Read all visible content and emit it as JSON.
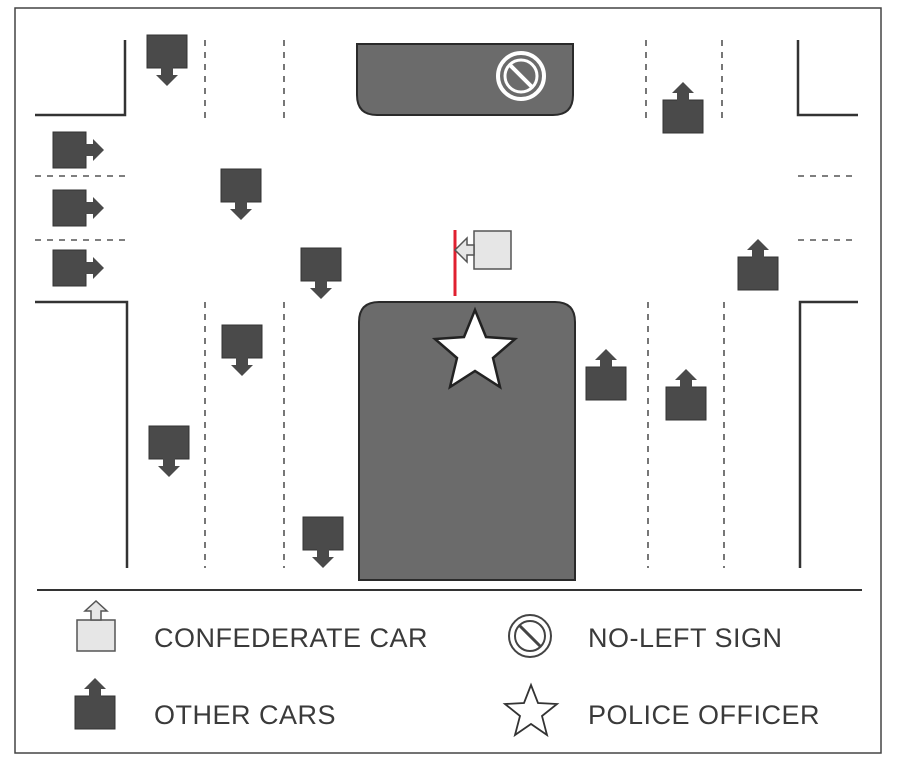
{
  "legend": {
    "confederate_car": "CONFEDERATE CAR",
    "other_cars": "OTHER CARS",
    "no_left_sign": "NO-LEFT SIGN",
    "police_officer": "POLICE OFFICER"
  },
  "colors": {
    "island": "#6b6b6b",
    "other_car": "#4a4a4a",
    "confederate_car": "#e6e6e6",
    "marker": "#e02030",
    "line": "#333333"
  },
  "icons": {
    "other_car": "car-icon",
    "confederate_car": "confederate-car-icon",
    "no_left_sign": "no-left-sign-icon",
    "police_officer": "star-icon"
  }
}
